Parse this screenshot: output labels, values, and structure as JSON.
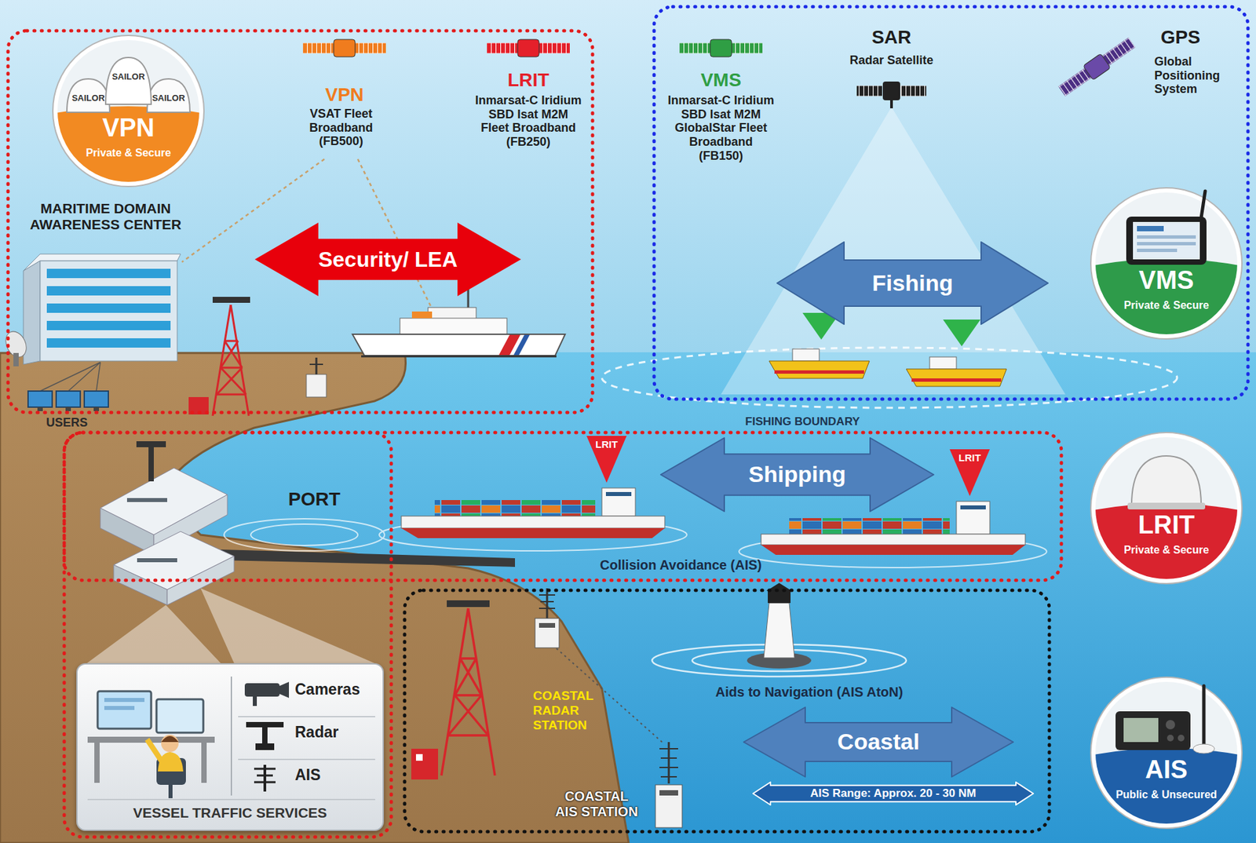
{
  "diagram": {
    "nodes": [
      {
        "text": [
          "SAILOR",
          "SAILOR",
          "SAILOR",
          "VPN",
          "Private & Secure"
        ]
      },
      {
        "text": [
          "Security/ LEA"
        ]
      },
      {
        "text": [
          "Fishing"
        ]
      },
      {
        "text": [
          "VMS",
          "Private & Secure"
        ]
      },
      {
        "text": [
          "Shipping"
        ]
      },
      {
        "text": [
          "LRIT",
          "Private & Secure"
        ]
      },
      {
        "text": [
          "Cameras",
          "Radar",
          "AIS",
          "VESSEL TRAFFIC SERVICES"
        ]
      },
      {
        "text": [
          "Coastal"
        ]
      },
      {
        "text": [
          "AIS Range: Approx. 20 - 30 NM"
        ]
      },
      {
        "text": [
          "AIS",
          "Public & Unsecured"
        ]
      }
    ],
    "labels": [
      "VPN",
      "VSAT Fleet Broadband (FB500)",
      "LRIT",
      "Inmarsat-C Iridium SBD Isat M2M Fleet Broadband (FB250)",
      "VMS",
      "Inmarsat-C Iridium SBD Isat M2M GlobalStar Fleet Broadband (FB150)",
      "SAR",
      "Radar Satellite",
      "GPS",
      "Global Positioning System",
      "MARITIME DOMAIN AWARENESS CENTER",
      "USERS",
      "FISHING BOUNDARY",
      "PORT",
      "LRIT",
      "LRIT",
      "Collision Avoidance (AIS)",
      "COASTAL RADAR STATION",
      "Aids to Navigation (AIS AtoN)",
      "COASTAL AIS STATION"
    ]
  }
}
